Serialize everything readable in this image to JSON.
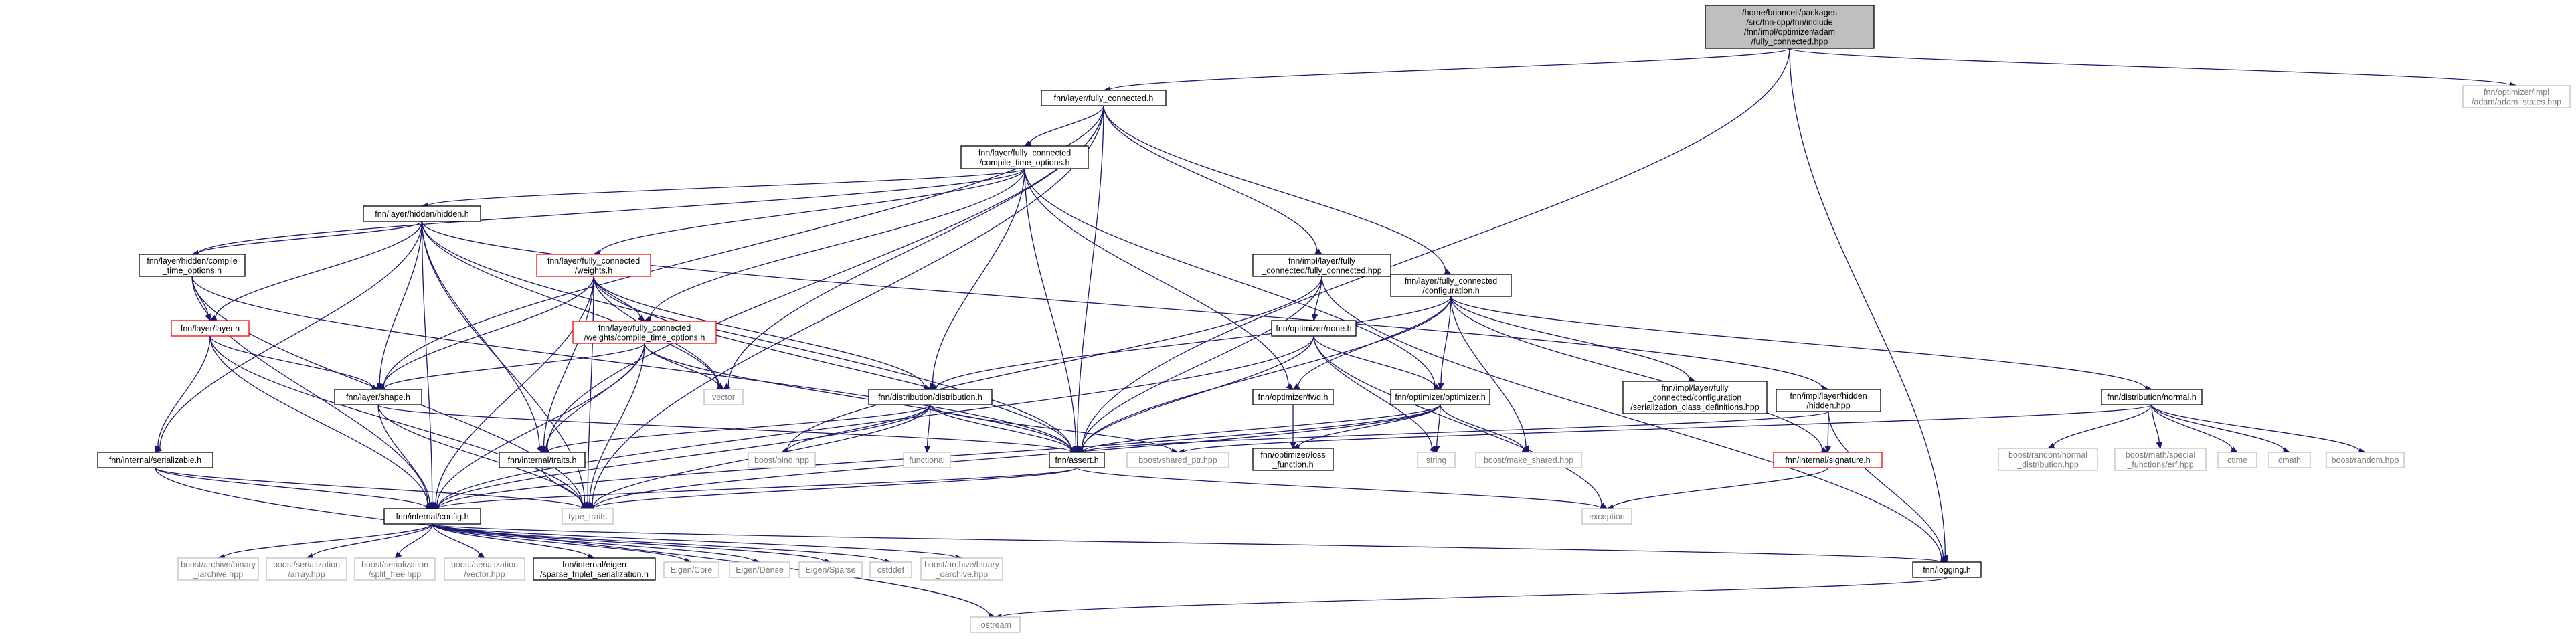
{
  "diagram": {
    "colors": {
      "root_fill": "#bfbfbf",
      "node_stroke_normal": "#000000",
      "node_stroke_red": "#ff0000",
      "node_stroke_ext": "#bfbfbf",
      "external_text": "#7a7a7a",
      "edge": "#191970"
    },
    "nodes": [
      {
        "id": "root",
        "kind": "root",
        "lines": [
          "/home/brianceil/packages",
          "/src/fnn-cpp/fnn/include",
          "/fnn/impl/optimizer/adam",
          "/fully_connected.hpp"
        ]
      },
      {
        "id": "layer_fc_h",
        "kind": "normal",
        "lines": [
          "fnn/layer/fully_connected.h"
        ]
      },
      {
        "id": "adam_states",
        "kind": "external",
        "lines": [
          "fnn/optimizer/impl",
          "/adam/adam_states.hpp"
        ]
      },
      {
        "id": "fc_compile_opts",
        "kind": "normal",
        "lines": [
          "fnn/layer/fully_connected",
          "/compile_time_options.h"
        ]
      },
      {
        "id": "hidden_h",
        "kind": "normal",
        "lines": [
          "fnn/layer/hidden/hidden.h"
        ]
      },
      {
        "id": "hidden_compile",
        "kind": "normal",
        "lines": [
          "fnn/layer/hidden/compile",
          "_time_options.h"
        ]
      },
      {
        "id": "fc_weights",
        "kind": "red",
        "lines": [
          "fnn/layer/fully_connected",
          "/weights.h"
        ]
      },
      {
        "id": "impl_fc_hpp",
        "kind": "normal",
        "lines": [
          "fnn/impl/layer/fully",
          "_connected/fully_connected.hpp"
        ]
      },
      {
        "id": "fc_config",
        "kind": "normal",
        "lines": [
          "fnn/layer/fully_connected",
          "/configuration.h"
        ]
      },
      {
        "id": "layer_h",
        "kind": "red",
        "lines": [
          "fnn/layer/layer.h"
        ]
      },
      {
        "id": "fc_weights_compile",
        "kind": "red",
        "lines": [
          "fnn/layer/fully_connected",
          "/weights/compile_time_options.h"
        ]
      },
      {
        "id": "opt_none",
        "kind": "normal",
        "lines": [
          "fnn/optimizer/none.h"
        ]
      },
      {
        "id": "vector",
        "kind": "external",
        "lines": [
          "vector"
        ]
      },
      {
        "id": "shape_h",
        "kind": "normal",
        "lines": [
          "fnn/layer/shape.h"
        ]
      },
      {
        "id": "dist_h",
        "kind": "normal",
        "lines": [
          "fnn/distribution/distribution.h"
        ]
      },
      {
        "id": "opt_fwd",
        "kind": "normal",
        "lines": [
          "fnn/optimizer/fwd.h"
        ]
      },
      {
        "id": "opt_h",
        "kind": "normal",
        "lines": [
          "fnn/optimizer/optimizer.h"
        ]
      },
      {
        "id": "ser_class_defs",
        "kind": "normal",
        "lines": [
          "fnn/impl/layer/fully",
          "_connected/configuration",
          "/serialization_class_definitions.hpp"
        ]
      },
      {
        "id": "impl_hidden_hpp",
        "kind": "normal",
        "lines": [
          "fnn/impl/layer/hidden",
          "/hidden.hpp"
        ]
      },
      {
        "id": "normal_h",
        "kind": "normal",
        "lines": [
          "fnn/distribution/normal.h"
        ]
      },
      {
        "id": "serializable_h",
        "kind": "normal",
        "lines": [
          "fnn/internal/serializable.h"
        ]
      },
      {
        "id": "traits_h",
        "kind": "normal",
        "lines": [
          "fnn/internal/traits.h"
        ]
      },
      {
        "id": "boost_bind",
        "kind": "external",
        "lines": [
          "boost/bind.hpp"
        ]
      },
      {
        "id": "functional",
        "kind": "external",
        "lines": [
          "functional"
        ]
      },
      {
        "id": "assert_h",
        "kind": "normal",
        "lines": [
          "fnn/assert.h"
        ]
      },
      {
        "id": "boost_shared_ptr",
        "kind": "external",
        "lines": [
          "boost/shared_ptr.hpp"
        ]
      },
      {
        "id": "opt_loss",
        "kind": "normal",
        "lines": [
          "fnn/optimizer/loss",
          "_function.h"
        ]
      },
      {
        "id": "string",
        "kind": "external",
        "lines": [
          "string"
        ]
      },
      {
        "id": "boost_make_shared",
        "kind": "external",
        "lines": [
          "boost/make_shared.hpp"
        ]
      },
      {
        "id": "signature_h",
        "kind": "red",
        "lines": [
          "fnn/internal/signature.h"
        ]
      },
      {
        "id": "boost_rnd_normal",
        "kind": "external",
        "lines": [
          "boost/random/normal",
          "_distribution.hpp"
        ]
      },
      {
        "id": "boost_math_erf",
        "kind": "external",
        "lines": [
          "boost/math/special",
          "_functions/erf.hpp"
        ]
      },
      {
        "id": "ctime",
        "kind": "external",
        "lines": [
          "ctime"
        ]
      },
      {
        "id": "cmath",
        "kind": "external",
        "lines": [
          "cmath"
        ]
      },
      {
        "id": "boost_random",
        "kind": "external",
        "lines": [
          "boost/random.hpp"
        ]
      },
      {
        "id": "type_traits",
        "kind": "external",
        "lines": [
          "type_traits"
        ]
      },
      {
        "id": "exception",
        "kind": "external",
        "lines": [
          "exception"
        ]
      },
      {
        "id": "config_h",
        "kind": "normal",
        "lines": [
          "fnn/internal/config.h"
        ]
      },
      {
        "id": "boost_bin_iarchive",
        "kind": "external",
        "lines": [
          "boost/archive/binary",
          "_iarchive.hpp"
        ]
      },
      {
        "id": "boost_ser_array",
        "kind": "external",
        "lines": [
          "boost/serialization",
          "/array.hpp"
        ]
      },
      {
        "id": "boost_ser_split",
        "kind": "external",
        "lines": [
          "boost/serialization",
          "/split_free.hpp"
        ]
      },
      {
        "id": "boost_ser_vector",
        "kind": "external",
        "lines": [
          "boost/serialization",
          "/vector.hpp"
        ]
      },
      {
        "id": "eigen_sparse_triplet",
        "kind": "normal",
        "lines": [
          "fnn/internal/eigen",
          "/sparse_triplet_serialization.h"
        ]
      },
      {
        "id": "eigen_core",
        "kind": "external",
        "lines": [
          "Eigen/Core"
        ]
      },
      {
        "id": "eigen_dense",
        "kind": "external",
        "lines": [
          "Eigen/Dense"
        ]
      },
      {
        "id": "eigen_sparse",
        "kind": "external",
        "lines": [
          "Eigen/Sparse"
        ]
      },
      {
        "id": "cstddef",
        "kind": "external",
        "lines": [
          "cstddef"
        ]
      },
      {
        "id": "boost_bin_oarchive",
        "kind": "external",
        "lines": [
          "boost/archive/binary",
          "_oarchive.hpp"
        ]
      },
      {
        "id": "logging_h",
        "kind": "normal",
        "lines": [
          "fnn/logging.h"
        ]
      },
      {
        "id": "iostream",
        "kind": "external",
        "lines": [
          "iostream"
        ]
      }
    ],
    "edges": [
      [
        "root",
        "layer_fc_h"
      ],
      [
        "root",
        "adam_states"
      ],
      [
        "root",
        "assert_h"
      ],
      [
        "root",
        "logging_h"
      ],
      [
        "layer_fc_h",
        "fc_compile_opts"
      ],
      [
        "layer_fc_h",
        "impl_fc_hpp"
      ],
      [
        "layer_fc_h",
        "fc_config"
      ],
      [
        "layer_fc_h",
        "vector"
      ],
      [
        "layer_fc_h",
        "shape_h"
      ],
      [
        "layer_fc_h",
        "traits_h"
      ],
      [
        "layer_fc_h",
        "type_traits"
      ],
      [
        "layer_fc_h",
        "assert_h"
      ],
      [
        "fc_compile_opts",
        "hidden_h"
      ],
      [
        "fc_compile_opts",
        "hidden_compile"
      ],
      [
        "fc_compile_opts",
        "fc_weights"
      ],
      [
        "fc_compile_opts",
        "fc_weights_compile"
      ],
      [
        "fc_compile_opts",
        "opt_fwd"
      ],
      [
        "fc_compile_opts",
        "opt_h"
      ],
      [
        "fc_compile_opts",
        "assert_h"
      ],
      [
        "fc_compile_opts",
        "dist_h"
      ],
      [
        "hidden_h",
        "hidden_compile"
      ],
      [
        "hidden_h",
        "layer_h"
      ],
      [
        "hidden_h",
        "shape_h"
      ],
      [
        "hidden_h",
        "serializable_h"
      ],
      [
        "hidden_h",
        "traits_h"
      ],
      [
        "hidden_h",
        "type_traits"
      ],
      [
        "hidden_h",
        "config_h"
      ],
      [
        "hidden_h",
        "vector"
      ],
      [
        "hidden_h",
        "impl_hidden_hpp"
      ],
      [
        "hidden_h",
        "assert_h"
      ],
      [
        "hidden_compile",
        "layer_h"
      ],
      [
        "hidden_compile",
        "config_h"
      ],
      [
        "hidden_compile",
        "type_traits"
      ],
      [
        "hidden_compile",
        "assert_h"
      ],
      [
        "fc_weights",
        "fc_weights_compile"
      ],
      [
        "fc_weights",
        "shape_h"
      ],
      [
        "fc_weights",
        "traits_h"
      ],
      [
        "fc_weights",
        "config_h"
      ],
      [
        "fc_weights",
        "type_traits"
      ],
      [
        "fc_weights",
        "vector"
      ],
      [
        "fc_weights",
        "dist_h"
      ],
      [
        "fc_weights",
        "assert_h"
      ],
      [
        "impl_fc_hpp",
        "opt_none"
      ],
      [
        "impl_fc_hpp",
        "assert_h"
      ],
      [
        "impl_fc_hpp",
        "logging_h"
      ],
      [
        "impl_fc_hpp",
        "boost_bind"
      ],
      [
        "fc_config",
        "opt_fwd"
      ],
      [
        "fc_config",
        "opt_h"
      ],
      [
        "fc_config",
        "ser_class_defs"
      ],
      [
        "fc_config",
        "signature_h"
      ],
      [
        "fc_config",
        "boost_make_shared"
      ],
      [
        "fc_config",
        "normal_h"
      ],
      [
        "fc_config",
        "dist_h"
      ],
      [
        "fc_config",
        "assert_h"
      ],
      [
        "layer_h",
        "shape_h"
      ],
      [
        "layer_h",
        "serializable_h"
      ],
      [
        "layer_h",
        "config_h"
      ],
      [
        "layer_h",
        "type_traits"
      ],
      [
        "fc_weights_compile",
        "shape_h"
      ],
      [
        "fc_weights_compile",
        "traits_h"
      ],
      [
        "fc_weights_compile",
        "config_h"
      ],
      [
        "fc_weights_compile",
        "type_traits"
      ],
      [
        "fc_weights_compile",
        "vector"
      ],
      [
        "fc_weights_compile",
        "assert_h"
      ],
      [
        "opt_none",
        "opt_h"
      ],
      [
        "opt_none",
        "assert_h"
      ],
      [
        "opt_none",
        "config_h"
      ],
      [
        "opt_none",
        "string"
      ],
      [
        "opt_none",
        "exception"
      ],
      [
        "shape_h",
        "assert_h"
      ],
      [
        "shape_h",
        "config_h"
      ],
      [
        "shape_h",
        "type_traits"
      ],
      [
        "dist_h",
        "traits_h"
      ],
      [
        "dist_h",
        "boost_bind"
      ],
      [
        "dist_h",
        "functional"
      ],
      [
        "dist_h",
        "assert_h"
      ],
      [
        "dist_h",
        "boost_shared_ptr"
      ],
      [
        "dist_h",
        "config_h"
      ],
      [
        "dist_h",
        "type_traits"
      ],
      [
        "opt_fwd",
        "opt_loss"
      ],
      [
        "opt_h",
        "opt_loss"
      ],
      [
        "opt_h",
        "string"
      ],
      [
        "opt_h",
        "boost_make_shared"
      ],
      [
        "opt_h",
        "assert_h"
      ],
      [
        "opt_h",
        "config_h"
      ],
      [
        "opt_h",
        "type_traits"
      ],
      [
        "impl_hidden_hpp",
        "signature_h"
      ],
      [
        "impl_hidden_hpp",
        "assert_h"
      ],
      [
        "impl_hidden_hpp",
        "logging_h"
      ],
      [
        "normal_h",
        "boost_rnd_normal"
      ],
      [
        "normal_h",
        "boost_math_erf"
      ],
      [
        "normal_h",
        "ctime"
      ],
      [
        "normal_h",
        "cmath"
      ],
      [
        "normal_h",
        "boost_random"
      ],
      [
        "normal_h",
        "boost_shared_ptr"
      ],
      [
        "serializable_h",
        "config_h"
      ],
      [
        "serializable_h",
        "iostream"
      ],
      [
        "serializable_h",
        "type_traits"
      ],
      [
        "traits_h",
        "type_traits"
      ],
      [
        "assert_h",
        "config_h"
      ],
      [
        "assert_h",
        "type_traits"
      ],
      [
        "assert_h",
        "exception"
      ],
      [
        "signature_h",
        "exception"
      ],
      [
        "config_h",
        "boost_bin_iarchive"
      ],
      [
        "config_h",
        "boost_ser_array"
      ],
      [
        "config_h",
        "boost_ser_split"
      ],
      [
        "config_h",
        "boost_ser_vector"
      ],
      [
        "config_h",
        "eigen_sparse_triplet"
      ],
      [
        "config_h",
        "eigen_core"
      ],
      [
        "config_h",
        "eigen_dense"
      ],
      [
        "config_h",
        "eigen_sparse"
      ],
      [
        "config_h",
        "cstddef"
      ],
      [
        "config_h",
        "boost_bin_oarchive"
      ],
      [
        "config_h",
        "logging_h"
      ],
      [
        "logging_h",
        "iostream"
      ]
    ]
  }
}
